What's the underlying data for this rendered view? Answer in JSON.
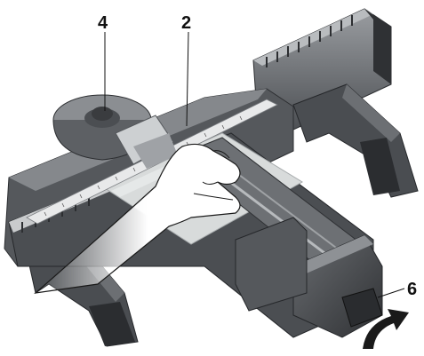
{
  "callouts": [
    {
      "id": "4",
      "label": "4"
    },
    {
      "id": "2",
      "label": "2"
    },
    {
      "id": "6",
      "label": "6"
    }
  ],
  "colors": {
    "body_dark": "#3d3f42",
    "body_mid": "#5b5e62",
    "body_light": "#8a8d91",
    "rail_light": "#cfd1d3",
    "scale": "#e8e9ea",
    "tile": "#d9dcdc",
    "arrow": "#1a1a1a",
    "text": "#111111"
  },
  "icons": [
    "rotate-arrow-icon"
  ]
}
